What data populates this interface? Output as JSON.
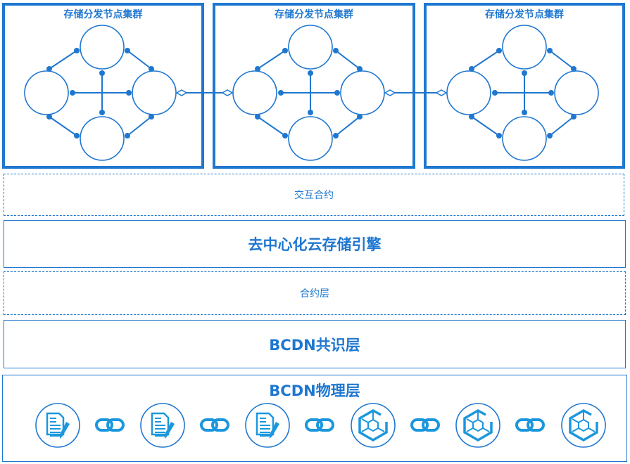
{
  "colors": {
    "accent": "#1f77d0",
    "icon": "#1c97dd"
  },
  "clusters": [
    {
      "title": "存储分发节点集群"
    },
    {
      "title": "存储分发节点集群"
    },
    {
      "title": "存储分发节点集群"
    }
  ],
  "layers": {
    "interaction": "交互合约",
    "engine": "去中心化云存储引擎",
    "contract": "合约层",
    "consensus": "BCDN共识层",
    "physical": "BCDN物理层"
  },
  "physical_icons": [
    "document-pen-icon",
    "document-pen-icon",
    "document-pen-icon",
    "cube-icon",
    "cube-icon",
    "cube-icon"
  ]
}
